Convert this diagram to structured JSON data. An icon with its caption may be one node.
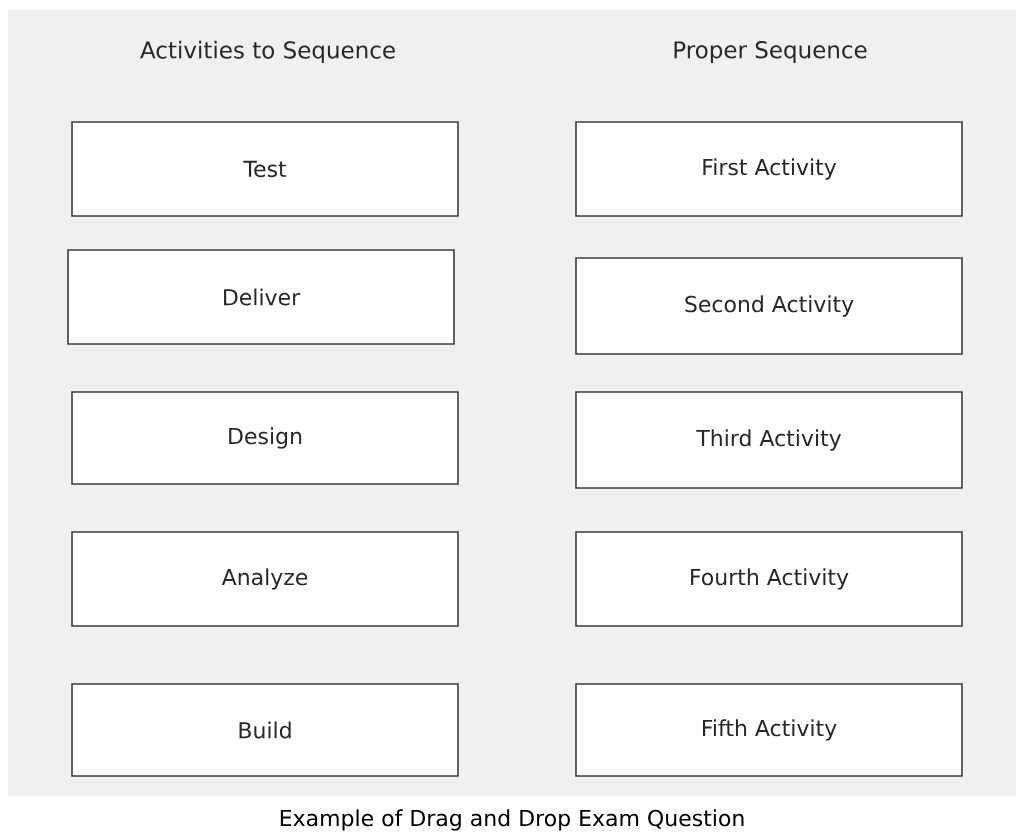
{
  "diagram": {
    "caption": "Example of Drag and Drop Exam Question",
    "nodes": [
      {
        "text": [
          "Test"
        ]
      },
      {
        "text": [
          "First Activity"
        ]
      },
      {
        "text": [
          "Deliver"
        ]
      },
      {
        "text": [
          "Second Activity"
        ]
      },
      {
        "text": [
          "Design"
        ]
      },
      {
        "text": [
          "Third Activity"
        ]
      },
      {
        "text": [
          "Analyze"
        ]
      },
      {
        "text": [
          "Fourth Activity"
        ]
      },
      {
        "text": [
          "Build"
        ]
      },
      {
        "text": [
          "Fifth Activity"
        ]
      }
    ],
    "labels": [
      "Activities to Sequence",
      "Proper Sequence"
    ]
  }
}
